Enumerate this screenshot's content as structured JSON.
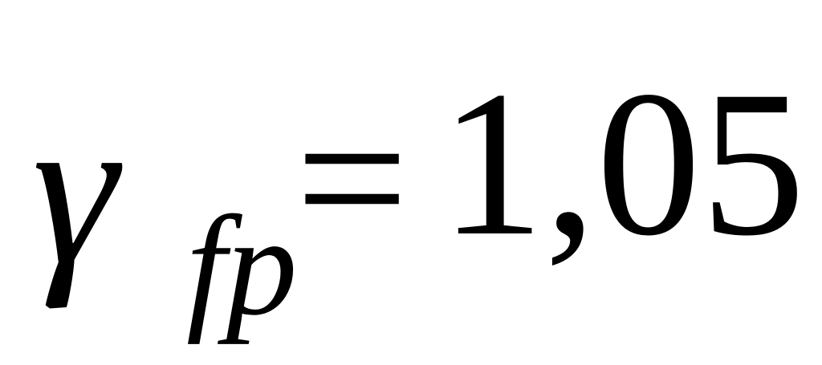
{
  "formula": {
    "symbol": "γ",
    "subscript": "fp",
    "operator": "=",
    "value": "1,05"
  }
}
